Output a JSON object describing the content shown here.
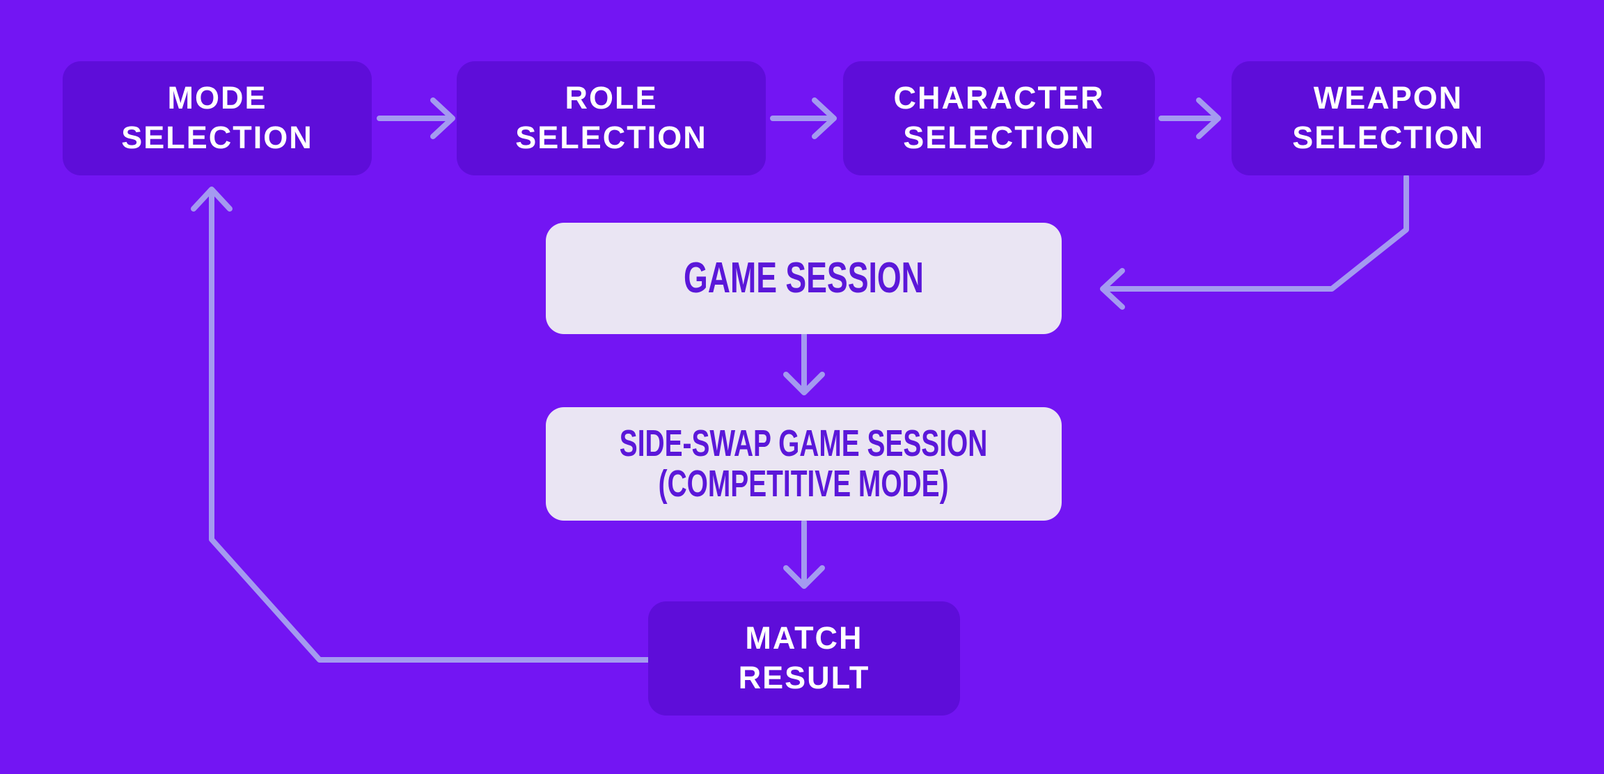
{
  "diagram": {
    "type": "flowchart",
    "colors": {
      "background": "#7315f3",
      "node_dark": "#5e0dd9",
      "node_light": "#eae5f3",
      "arrow": "#a49af0",
      "text_on_dark": "#ffffff",
      "text_on_light": "#5b17d9"
    },
    "nodes": [
      {
        "id": "mode-selection",
        "variant": "dark",
        "lines": [
          "MODE",
          "SELECTION"
        ]
      },
      {
        "id": "role-selection",
        "variant": "dark",
        "lines": [
          "ROLE",
          "SELECTION"
        ]
      },
      {
        "id": "character-selection",
        "variant": "dark",
        "lines": [
          "CHARACTER",
          "SELECTION"
        ]
      },
      {
        "id": "weapon-selection",
        "variant": "dark",
        "lines": [
          "WEAPON",
          "SELECTION"
        ]
      },
      {
        "id": "game-session",
        "variant": "light",
        "lines": [
          "GAME SESSION"
        ]
      },
      {
        "id": "side-swap-game-session",
        "variant": "light",
        "lines": [
          "SIDE-SWAP GAME SESSION",
          "(COMPETITIVE MODE)"
        ]
      },
      {
        "id": "match-result",
        "variant": "dark",
        "lines": [
          "MATCH",
          "RESULT"
        ]
      }
    ],
    "edges": [
      {
        "from": "mode-selection",
        "to": "role-selection"
      },
      {
        "from": "role-selection",
        "to": "character-selection"
      },
      {
        "from": "character-selection",
        "to": "weapon-selection"
      },
      {
        "from": "weapon-selection",
        "to": "game-session"
      },
      {
        "from": "game-session",
        "to": "side-swap-game-session"
      },
      {
        "from": "side-swap-game-session",
        "to": "match-result"
      },
      {
        "from": "match-result",
        "to": "mode-selection"
      }
    ]
  }
}
